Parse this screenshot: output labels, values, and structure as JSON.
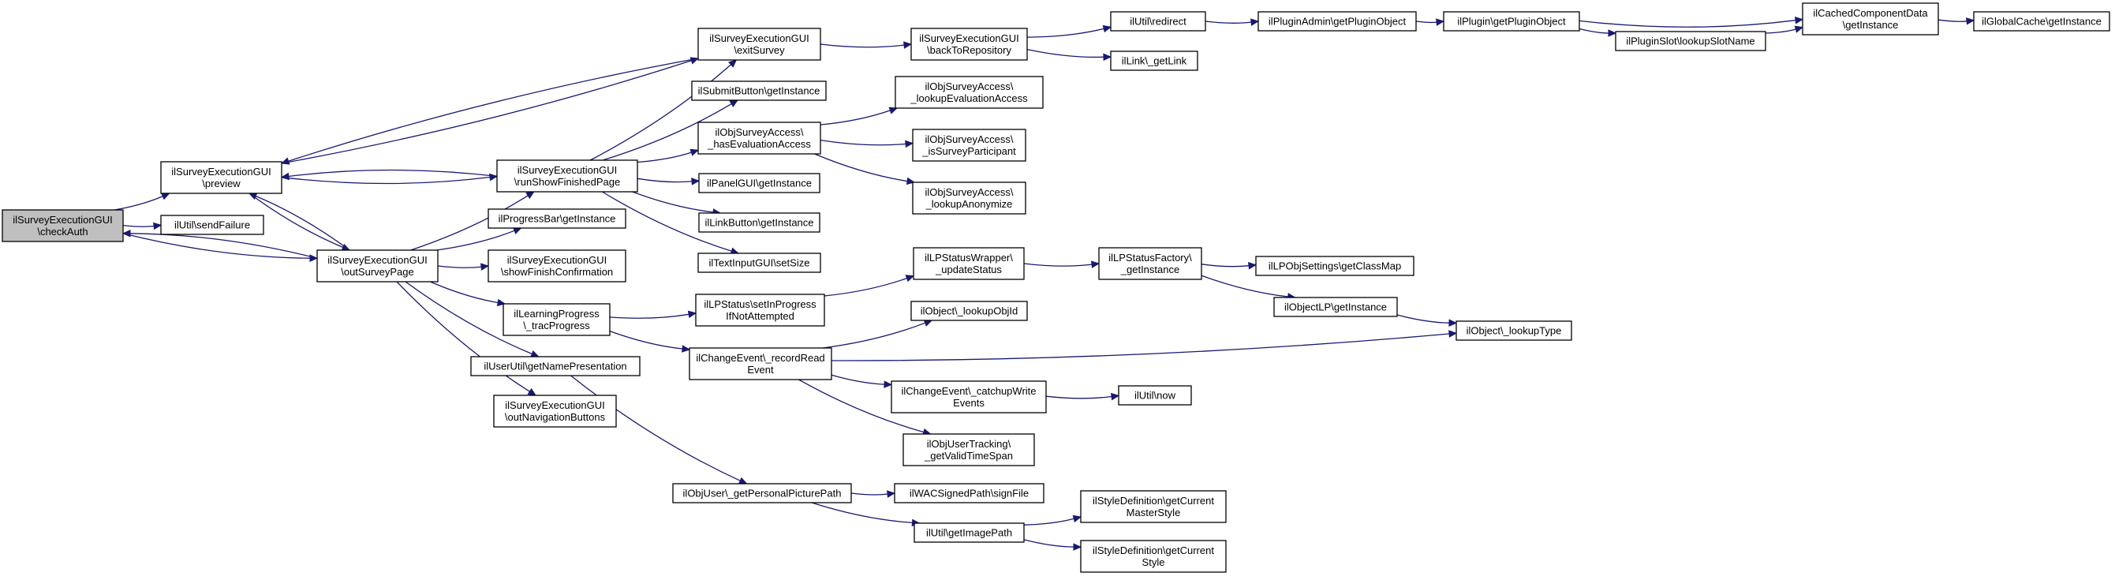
{
  "graph": {
    "nodes": [
      {
        "id": "checkAuth",
        "lines": [
          "ilSurveyExecutionGUI",
          "\\checkAuth"
        ],
        "root": true
      },
      {
        "id": "preview",
        "lines": [
          "ilSurveyExecutionGUI",
          "\\preview"
        ]
      },
      {
        "id": "sendFailure",
        "lines": [
          "ilUtil\\sendFailure"
        ]
      },
      {
        "id": "outSurveyPage",
        "lines": [
          "ilSurveyExecutionGUI",
          "\\outSurveyPage"
        ]
      },
      {
        "id": "runShowFinishedPage",
        "lines": [
          "ilSurveyExecutionGUI",
          "\\runShowFinishedPage"
        ]
      },
      {
        "id": "progressBarGetInstance",
        "lines": [
          "ilProgressBar\\getInstance"
        ]
      },
      {
        "id": "showFinishConfirmation",
        "lines": [
          "ilSurveyExecutionGUI",
          "\\showFinishConfirmation"
        ]
      },
      {
        "id": "trackProgress",
        "lines": [
          "ilLearningProgress",
          "\\_tracProgress"
        ]
      },
      {
        "id": "getNamePresentation",
        "lines": [
          "ilUserUtil\\getNamePresentation"
        ]
      },
      {
        "id": "outNavigationButtons",
        "lines": [
          "ilSurveyExecutionGUI",
          "\\outNavigationButtons"
        ]
      },
      {
        "id": "exitSurvey",
        "lines": [
          "ilSurveyExecutionGUI",
          "\\exitSurvey"
        ]
      },
      {
        "id": "submitButtonGetInstance",
        "lines": [
          "ilSubmitButton\\getInstance"
        ]
      },
      {
        "id": "hasEvaluationAccess",
        "lines": [
          "ilObjSurveyAccess\\",
          "_hasEvaluationAccess"
        ]
      },
      {
        "id": "panelGuiGetInstance",
        "lines": [
          "ilPanelGUI\\getInstance"
        ]
      },
      {
        "id": "linkButtonGetInstance",
        "lines": [
          "ilLinkButton\\getInstance"
        ]
      },
      {
        "id": "textInputSetSize",
        "lines": [
          "ilTextInputGUI\\setSize"
        ]
      },
      {
        "id": "setInProgress",
        "lines": [
          "ilLPStatus\\setInProgress",
          "IfNotAttempted"
        ]
      },
      {
        "id": "recordReadEvent",
        "lines": [
          "ilChangeEvent\\_recordRead",
          "Event"
        ]
      },
      {
        "id": "getPersonalPicturePath",
        "lines": [
          "ilObjUser\\_getPersonalPicturePath"
        ]
      },
      {
        "id": "backToRepository",
        "lines": [
          "ilSurveyExecutionGUI",
          "\\backToRepository"
        ]
      },
      {
        "id": "lookupEvaluationAccess",
        "lines": [
          "ilObjSurveyAccess\\",
          "_lookupEvaluationAccess"
        ]
      },
      {
        "id": "isSurveyParticipant",
        "lines": [
          "ilObjSurveyAccess\\",
          "_isSurveyParticipant"
        ]
      },
      {
        "id": "lookupAnonymize",
        "lines": [
          "ilObjSurveyAccess\\",
          "_lookupAnonymize"
        ]
      },
      {
        "id": "updateStatus",
        "lines": [
          "ilLPStatusWrapper\\",
          "_updateStatus"
        ]
      },
      {
        "id": "lookupObjId",
        "lines": [
          "ilObject\\_lookupObjId"
        ]
      },
      {
        "id": "catchupWriteEvents",
        "lines": [
          "ilChangeEvent\\_catchupWrite",
          "Events"
        ]
      },
      {
        "id": "getValidTimeSpan",
        "lines": [
          "ilObjUserTracking\\",
          "_getValidTimeSpan"
        ]
      },
      {
        "id": "signFile",
        "lines": [
          "ilWACSignedPath\\signFile"
        ]
      },
      {
        "id": "getImagePath",
        "lines": [
          "ilUtil\\getImagePath"
        ]
      },
      {
        "id": "redirect",
        "lines": [
          "ilUtil\\redirect"
        ]
      },
      {
        "id": "getLink",
        "lines": [
          "ilLink\\_getLink"
        ]
      },
      {
        "id": "lpStatusFactoryGetInstance",
        "lines": [
          "ilLPStatusFactory\\",
          "_getInstance"
        ]
      },
      {
        "id": "objectLpGetInstance",
        "lines": [
          "ilObjectLP\\getInstance"
        ]
      },
      {
        "id": "now",
        "lines": [
          "ilUtil\\now"
        ]
      },
      {
        "id": "getCurrentMasterStyle",
        "lines": [
          "ilStyleDefinition\\getCurrent",
          "MasterStyle"
        ]
      },
      {
        "id": "getCurrentStyle",
        "lines": [
          "ilStyleDefinition\\getCurrent",
          "Style"
        ]
      },
      {
        "id": "pluginAdminGetPluginObject",
        "lines": [
          "ilPluginAdmin\\getPluginObject"
        ]
      },
      {
        "id": "lpObjSettingsGetClassMap",
        "lines": [
          "ilLPObjSettings\\getClassMap"
        ]
      },
      {
        "id": "lookupType",
        "lines": [
          "ilObject\\_lookupType"
        ]
      },
      {
        "id": "pluginGetPluginObject",
        "lines": [
          "ilPlugin\\getPluginObject"
        ]
      },
      {
        "id": "lookupSlotName",
        "lines": [
          "ilPluginSlot\\lookupSlotName"
        ]
      },
      {
        "id": "cachedComponentDataGetInstance",
        "lines": [
          "ilCachedComponentData",
          "\\getInstance"
        ]
      },
      {
        "id": "globalCacheGetInstance",
        "lines": [
          "ilGlobalCache\\getInstance"
        ]
      }
    ],
    "edges": [
      [
        "checkAuth",
        "preview"
      ],
      [
        "checkAuth",
        "sendFailure"
      ],
      [
        "checkAuth",
        "outSurveyPage"
      ],
      [
        "preview",
        "outSurveyPage"
      ],
      [
        "preview",
        "exitSurvey"
      ],
      [
        "preview",
        "runShowFinishedPage"
      ],
      [
        "outSurveyPage",
        "preview"
      ],
      [
        "outSurveyPage",
        "checkAuth"
      ],
      [
        "outSurveyPage",
        "runShowFinishedPage"
      ],
      [
        "outSurveyPage",
        "progressBarGetInstance"
      ],
      [
        "outSurveyPage",
        "showFinishConfirmation"
      ],
      [
        "outSurveyPage",
        "trackProgress"
      ],
      [
        "outSurveyPage",
        "getNamePresentation"
      ],
      [
        "outSurveyPage",
        "outNavigationButtons"
      ],
      [
        "runShowFinishedPage",
        "preview"
      ],
      [
        "runShowFinishedPage",
        "exitSurvey"
      ],
      [
        "runShowFinishedPage",
        "submitButtonGetInstance"
      ],
      [
        "runShowFinishedPage",
        "hasEvaluationAccess"
      ],
      [
        "runShowFinishedPage",
        "panelGuiGetInstance"
      ],
      [
        "runShowFinishedPage",
        "linkButtonGetInstance"
      ],
      [
        "runShowFinishedPage",
        "textInputSetSize"
      ],
      [
        "exitSurvey",
        "preview"
      ],
      [
        "exitSurvey",
        "backToRepository"
      ],
      [
        "backToRepository",
        "redirect"
      ],
      [
        "backToRepository",
        "getLink"
      ],
      [
        "redirect",
        "pluginAdminGetPluginObject"
      ],
      [
        "pluginAdminGetPluginObject",
        "pluginGetPluginObject"
      ],
      [
        "pluginGetPluginObject",
        "cachedComponentDataGetInstance"
      ],
      [
        "pluginGetPluginObject",
        "lookupSlotName"
      ],
      [
        "lookupSlotName",
        "cachedComponentDataGetInstance"
      ],
      [
        "cachedComponentDataGetInstance",
        "globalCacheGetInstance"
      ],
      [
        "hasEvaluationAccess",
        "lookupEvaluationAccess"
      ],
      [
        "hasEvaluationAccess",
        "isSurveyParticipant"
      ],
      [
        "hasEvaluationAccess",
        "lookupAnonymize"
      ],
      [
        "trackProgress",
        "setInProgress"
      ],
      [
        "trackProgress",
        "recordReadEvent"
      ],
      [
        "setInProgress",
        "updateStatus"
      ],
      [
        "updateStatus",
        "lpStatusFactoryGetInstance"
      ],
      [
        "lpStatusFactoryGetInstance",
        "lpObjSettingsGetClassMap"
      ],
      [
        "lpStatusFactoryGetInstance",
        "objectLpGetInstance"
      ],
      [
        "objectLpGetInstance",
        "lookupType"
      ],
      [
        "recordReadEvent",
        "lookupObjId"
      ],
      [
        "recordReadEvent",
        "lookupType"
      ],
      [
        "recordReadEvent",
        "catchupWriteEvents"
      ],
      [
        "recordReadEvent",
        "getValidTimeSpan"
      ],
      [
        "catchupWriteEvents",
        "now"
      ],
      [
        "getNamePresentation",
        "getPersonalPicturePath"
      ],
      [
        "getPersonalPicturePath",
        "signFile"
      ],
      [
        "getPersonalPicturePath",
        "getImagePath"
      ],
      [
        "getImagePath",
        "getCurrentMasterStyle"
      ],
      [
        "getImagePath",
        "getCurrentStyle"
      ]
    ]
  }
}
